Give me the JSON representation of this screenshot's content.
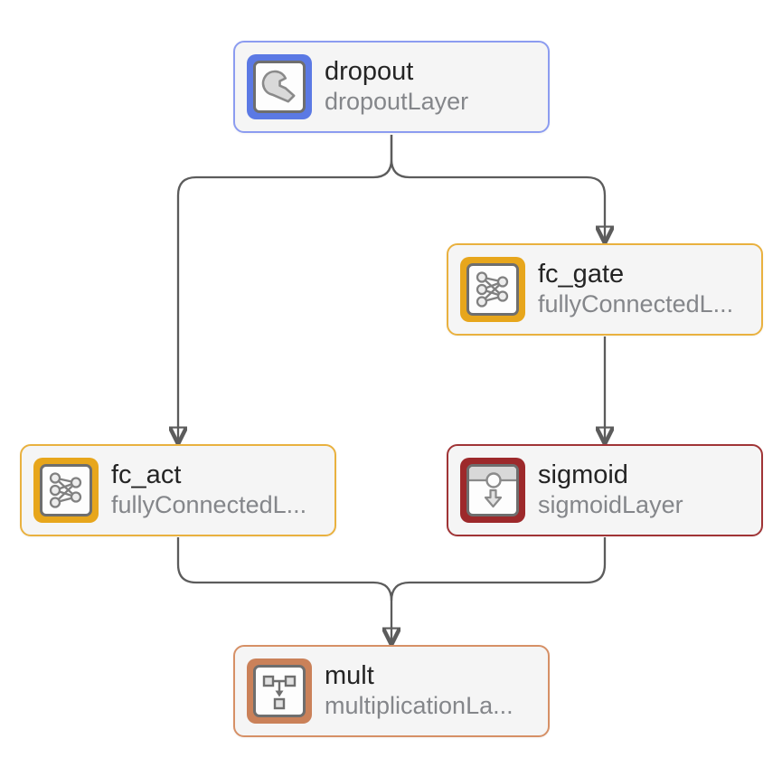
{
  "diagram": {
    "background": "#ffffff",
    "node_background": "#f5f5f5",
    "edge_color": "#5c5c5c",
    "text_primary_color": "#242424",
    "text_secondary_color": "#84868a"
  },
  "nodes": [
    {
      "name": "dropout",
      "type": "dropoutLayer",
      "icon": "wrench-icon",
      "icon_bg": "#5b79e4",
      "border_color": "#8c9cf0"
    },
    {
      "name": "fc_gate",
      "type": "fullyConnectedL...",
      "icon": "fully-connected-icon",
      "icon_bg": "#e7a61c",
      "border_color": "#e9b13f"
    },
    {
      "name": "fc_act",
      "type": "fullyConnectedL...",
      "icon": "fully-connected-icon",
      "icon_bg": "#e7a61c",
      "border_color": "#e9b13f"
    },
    {
      "name": "sigmoid",
      "type": "sigmoidLayer",
      "icon": "sigmoid-icon",
      "icon_bg": "#9d292b",
      "border_color": "#a03436"
    },
    {
      "name": "mult",
      "type": "multiplicationLa...",
      "icon": "multiply-icon",
      "icon_bg": "#ca8159",
      "border_color": "#d69066"
    }
  ],
  "edges": [
    {
      "from": "dropout",
      "to": "fc_act"
    },
    {
      "from": "dropout",
      "to": "fc_gate"
    },
    {
      "from": "fc_gate",
      "to": "sigmoid"
    },
    {
      "from": "fc_act",
      "to": "mult"
    },
    {
      "from": "sigmoid",
      "to": "mult"
    }
  ]
}
